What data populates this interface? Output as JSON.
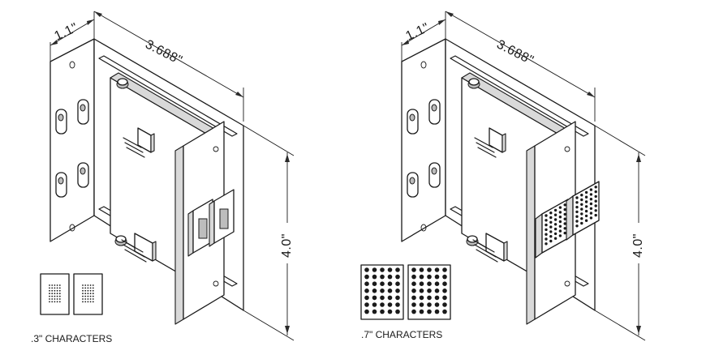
{
  "figures": [
    {
      "id": "small",
      "depth_label": "1.1\"",
      "width_label": "3.688\"",
      "height_label": "4.0\"",
      "caption": ".3\" CHARACTERS"
    },
    {
      "id": "large",
      "depth_label": "1.1\"",
      "width_label": "3.688\"",
      "height_label": "4.0\"",
      "caption": ".7\" CHARACTERS"
    }
  ]
}
